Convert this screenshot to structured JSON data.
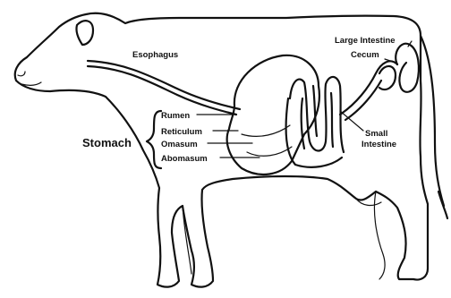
{
  "labels": {
    "esophagus": "Esophagus",
    "large_intestine": "Large Intestine",
    "cecum": "Cecum",
    "small_intestine_line1": "Small",
    "small_intestine_line2": "Intestine",
    "stomach": "Stomach",
    "rumen": "Rumen",
    "reticulum": "Reticulum",
    "omasum": "Omasum",
    "abomasum": "Abomasum"
  }
}
